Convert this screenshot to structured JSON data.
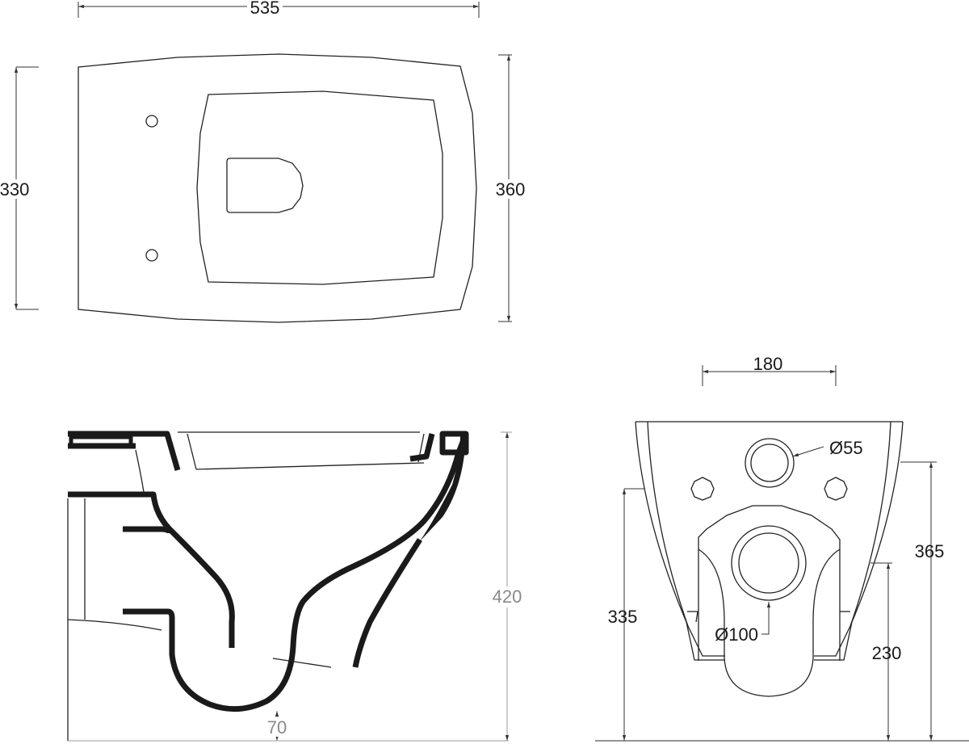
{
  "top_view": {
    "width_label": "535",
    "left_height_label": "330",
    "right_height_label": "360"
  },
  "side_view": {
    "height_label": "420",
    "clearance_label": "70"
  },
  "front_view": {
    "width_label": "180",
    "diameter_small_label": "Ø55",
    "diameter_large_label": "Ø100",
    "left_height_label": "335",
    "right_height_label": "365",
    "outlet_height_label": "230"
  }
}
